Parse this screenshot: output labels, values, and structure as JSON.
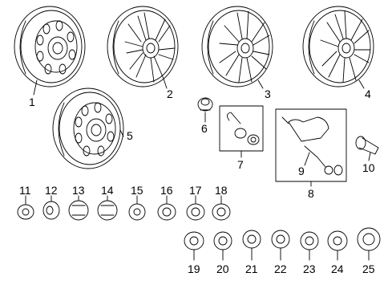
{
  "callouts": {
    "n1": "1",
    "n2": "2",
    "n3": "3",
    "n4": "4",
    "n5": "5",
    "n6": "6",
    "n7": "7",
    "n8": "8",
    "n9": "9",
    "n10": "10",
    "n11": "11",
    "n12": "12",
    "n13": "13",
    "n14": "14",
    "n15": "15",
    "n16": "16",
    "n17": "17",
    "n18": "18",
    "n19": "19",
    "n20": "20",
    "n21": "21",
    "n22": "22",
    "n23": "23",
    "n24": "24",
    "n25": "25"
  }
}
